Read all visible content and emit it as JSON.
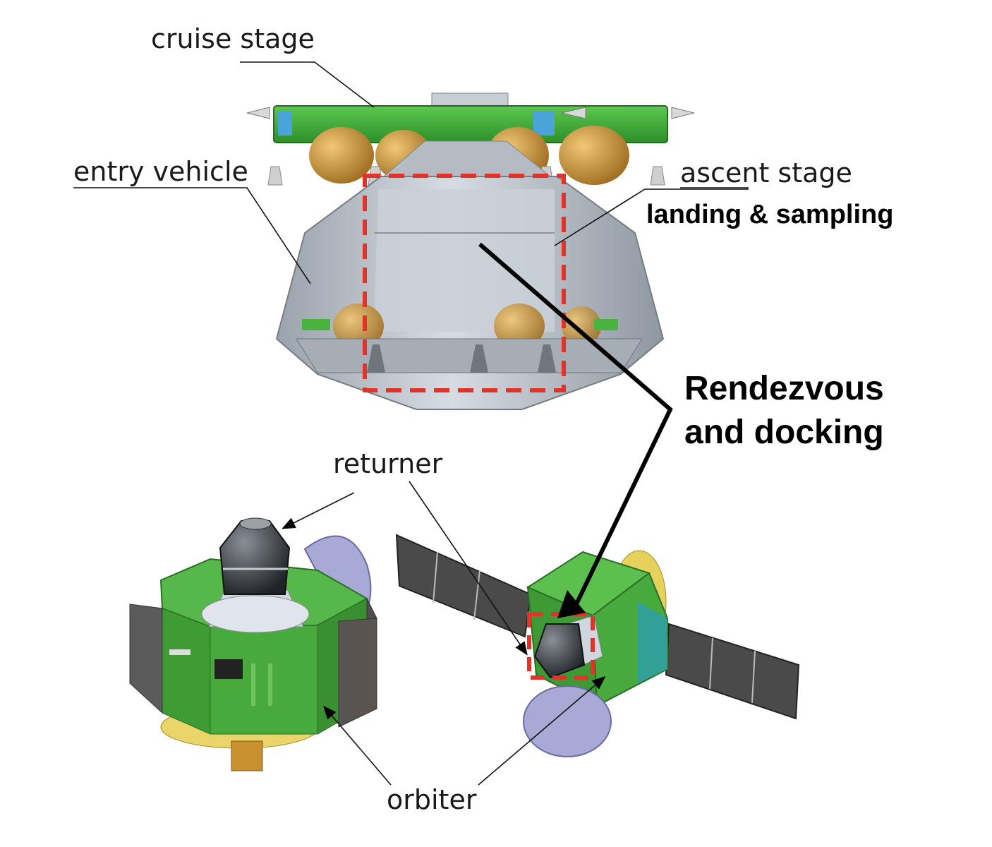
{
  "labels": {
    "cruise_stage": "cruise stage",
    "entry_vehicle": "entry vehicle",
    "ascent_stage": "ascent stage",
    "landing_sampling": "landing & sampling",
    "rendezvous_line1": "Rendezvous",
    "rendezvous_line2": "and docking",
    "returner": "returner",
    "orbiter": "orbiter"
  },
  "colors": {
    "spacecraft_green": "#3fae36",
    "capsule_gray": "#b9bfc6",
    "tank_gold": "#c8953a",
    "solar_panel": "#4a4a4a",
    "antenna_lavender": "#a9a9d6",
    "highlight_dash": "#e0342b",
    "arrow": "#000000"
  }
}
